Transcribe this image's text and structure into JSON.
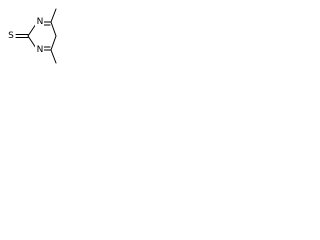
{
  "molecule": {
    "atoms": [
      {
        "id": "S",
        "label": "S"
      },
      {
        "id": "N1",
        "label": "N"
      },
      {
        "id": "N3",
        "label": "N"
      }
    ],
    "colors": {
      "bond": "#000000",
      "label": "#000000",
      "background": "#ffffff"
    }
  }
}
